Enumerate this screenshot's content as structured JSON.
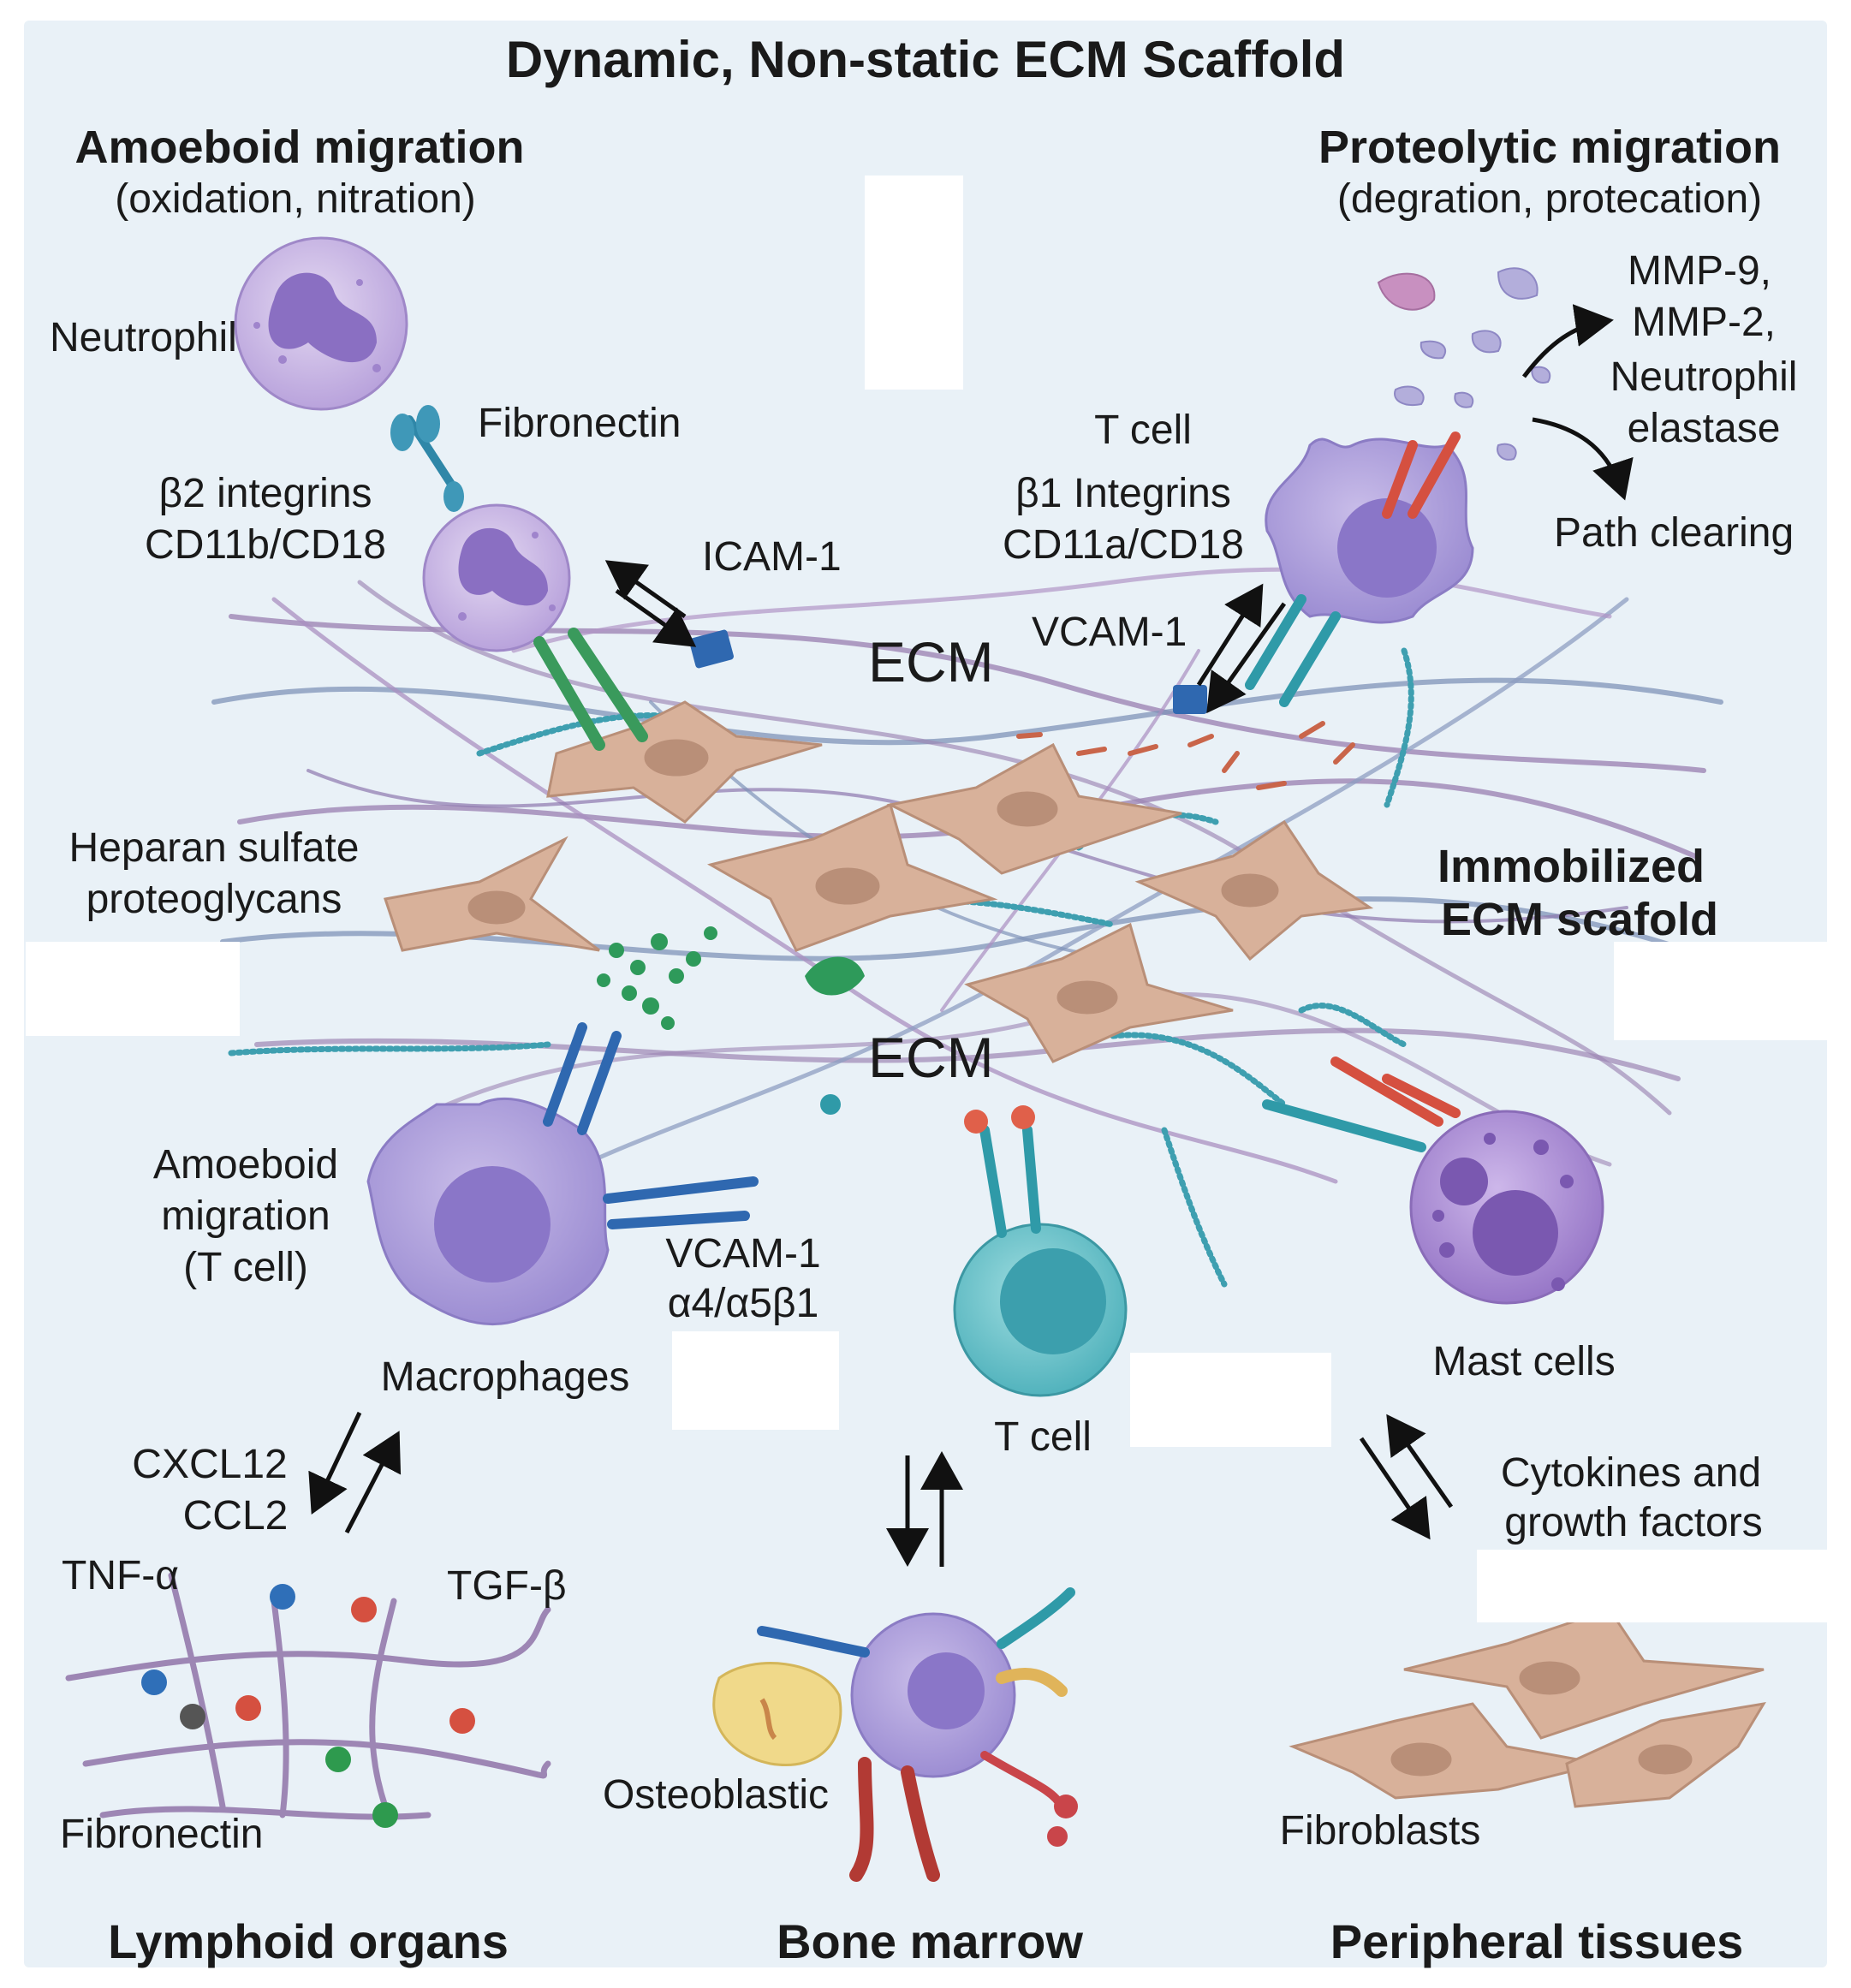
{
  "colors": {
    "background": "#e9f1f7",
    "cell_violet": "#a999d8",
    "cell_violet_dark": "#6f5fb5",
    "fibroblast": "#d8b19a",
    "fiber_purple": "#9d86b4",
    "fiber_blue": "#7f93b8",
    "integrin_teal": "#2f9aa8",
    "integrin_green": "#3a9a5c",
    "integrin_blue": "#2f68b0",
    "integrin_red": "#d55040",
    "t_cell_teal": "#6cc4cc",
    "mast_cell": "#a88ad0",
    "arrow": "#111111"
  },
  "title": "Dynamic, Non-static ECM Scaffold",
  "left_header": {
    "title": "Amoeboid migration",
    "subtitle": "(oxidation, nitration)"
  },
  "right_header": {
    "title": "Proteolytic migration",
    "subtitle": "(degration, protecation)"
  },
  "labels": {
    "neutrophil": "Neutrophil",
    "fibronectin_top": "Fibronectin",
    "b2_integrins": "β2 integrins",
    "cd11b_cd18": "CD11b/CD18",
    "icam1": "ICAM-1",
    "ecm_top": "ECM",
    "t_cell_top": "T cell",
    "b1_integrins": "β1 Integrins",
    "cd11a_cd18": "CD11a/CD18",
    "vcam1_top": "VCAM-1",
    "mmp9": "MMP-9,",
    "mmp2": "MMP-2,",
    "neutrophil_elastase_1": "Neutrophil",
    "neutrophil_elastase_2": "elastase",
    "path_clearing": "Path clearing",
    "heparan_1": "Heparan sulfate",
    "heparan_2": "proteoglycans",
    "immobilized_1": "Immobilized",
    "immobilized_2": "ECM scafold",
    "ecm_mid": "ECM",
    "amoeboid_t_1": "Amoeboid",
    "amoeboid_t_2": "migration",
    "amoeboid_t_3": "(T cell)",
    "vcam1_mid": "VCAM-1",
    "a4a5b1": "α4/α5β1",
    "macrophages": "Macrophages",
    "t_cell_mid": "T cell",
    "mast_cells": "Mast cells",
    "cxcl12": "CXCL12",
    "ccl2": "CCL2",
    "tnf_a": "TNF-α",
    "tgf_b": "TGF-β",
    "fibronectin_bottom": "Fibronectin",
    "cytokines_1": "Cytokines and",
    "cytokines_2": "growth factors",
    "osteoblastic": "Osteoblastic",
    "fibroblasts": "Fibroblasts"
  },
  "footer": {
    "lymphoid": "Lymphoid organs",
    "bone_marrow": "Bone marrow",
    "peripheral": "Peripheral tissues"
  }
}
